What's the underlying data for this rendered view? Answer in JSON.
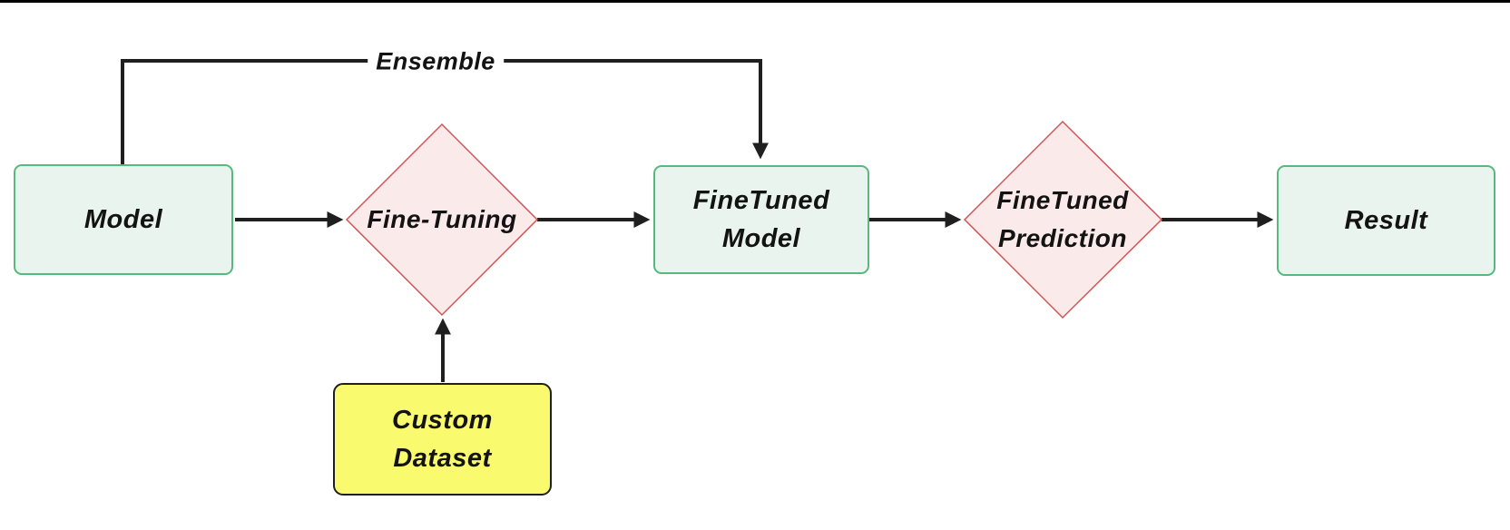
{
  "nodes": {
    "model": {
      "label": "Model",
      "shape": "rounded-rect"
    },
    "fine_tuning": {
      "label": "Fine-Tuning",
      "shape": "diamond"
    },
    "finetuned_model": {
      "label": "FineTuned\nModel",
      "shape": "rounded-rect"
    },
    "finetuned_prediction": {
      "label": "FineTuned\nPrediction",
      "shape": "diamond"
    },
    "result": {
      "label": "Result",
      "shape": "rounded-rect"
    },
    "custom_dataset": {
      "label": "Custom\nDataset",
      "shape": "rounded-rect"
    }
  },
  "edges": {
    "ensemble": {
      "label": "Ensemble"
    }
  },
  "colors": {
    "background": "#ffffff",
    "top_border": "#000000",
    "box_fill": "#eaf4ee",
    "box_border": "#57b97e",
    "diamond_fill": "#fbeaea",
    "diamond_border": "#d05454",
    "dataset_fill": "#fafa6e",
    "dataset_border": "#1f1f1f",
    "connector": "#1f1f1f",
    "text": "#131313"
  }
}
